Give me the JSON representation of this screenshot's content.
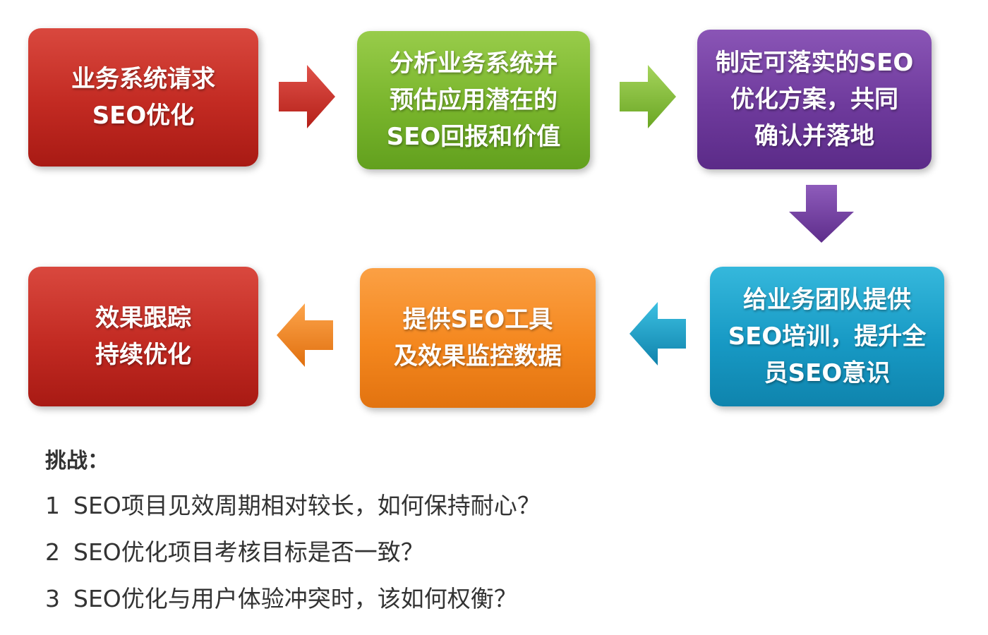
{
  "flow": {
    "steps": [
      {
        "lines": [
          "业务系统请求",
          "SEO优化"
        ],
        "color": "#c22a22"
      },
      {
        "lines": [
          "分析业务系统并",
          "预估应用潜在的",
          "SEO回报和价值"
        ],
        "color": "#79b52c"
      },
      {
        "lines": [
          "制定可落实的SEO",
          "优化方案，共同",
          "确认并落地"
        ],
        "color": "#6e3a9c"
      },
      {
        "lines": [
          "给业务团队提供",
          "SEO培训，提升全",
          "员SEO意识"
        ],
        "color": "#1799c4"
      },
      {
        "lines": [
          "提供SEO工具",
          "及效果监控数据"
        ],
        "color": "#f4871e"
      },
      {
        "lines": [
          "效果跟踪",
          "持续优化"
        ],
        "color": "#c22a22"
      }
    ]
  },
  "challenges": {
    "title": "挑战：",
    "items": [
      {
        "num": "1",
        "text": "SEO项目见效周期相对较长，如何保持耐心？"
      },
      {
        "num": "2",
        "text": "SEO优化项目考核目标是否一致？"
      },
      {
        "num": "3",
        "text": "SEO优化与用户体验冲突时，该如何权衡？"
      }
    ]
  }
}
